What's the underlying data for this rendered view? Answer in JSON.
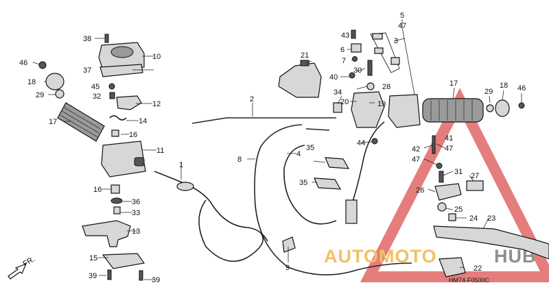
{
  "diagram": {
    "code": "HM74-F0500C",
    "orientation": "FR.",
    "watermark": {
      "left": "AUTOMOTO",
      "right": "HUB",
      "colors": {
        "left": "#f2c166",
        "right": "#8f8f8f",
        "triangle": "#e06666"
      }
    },
    "callouts": {
      "c1": "1",
      "c2": "2",
      "c3": "3",
      "c4": "4",
      "c5": "5",
      "c6": "6",
      "c7": "7",
      "c8": "8",
      "c9": "9",
      "c10": "10",
      "c11": "11",
      "c12": "12",
      "c13": "13",
      "c14": "14",
      "c15": "15",
      "c16a": "16",
      "c16b": "16",
      "c17a": "17",
      "c17b": "17",
      "c18a": "18",
      "c18b": "18",
      "c19": "19",
      "c20": "20",
      "c21": "21",
      "c22": "22",
      "c23": "23",
      "c24": "24",
      "c25": "25",
      "c26": "26",
      "c27": "27",
      "c28": "28",
      "c29a": "29",
      "c29b": "29",
      "c30": "30",
      "c31": "31",
      "c32": "32",
      "c33": "33",
      "c34": "34",
      "c35a": "35",
      "c35b": "35",
      "c36": "36",
      "c37": "37",
      "c38": "38",
      "c39a": "39",
      "c39b": "39",
      "c40": "40",
      "c41": "41",
      "c42": "42",
      "c43": "43",
      "c44": "44",
      "c45": "45",
      "c46a": "46",
      "c46b": "46",
      "c47a": "47",
      "c47b": "47",
      "c47c": "47"
    }
  }
}
